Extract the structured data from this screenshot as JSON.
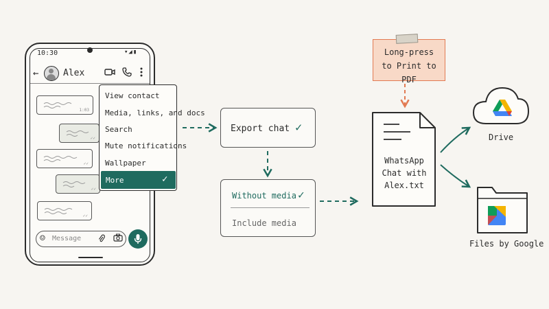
{
  "phone": {
    "status_time": "10:30",
    "status_icons": "▾◢▮",
    "contact_name": "Alex",
    "icons": {
      "back": "arrow-left-icon",
      "video": "video-camera-icon",
      "call": "phone-icon",
      "menu": "kebab-menu-icon",
      "emoji": "emoji-icon",
      "attach": "paperclip-icon",
      "camera": "camera-icon",
      "mic": "microphone-icon"
    },
    "composer_placeholder": "Message",
    "bubble_time": "1:03"
  },
  "menu": {
    "items": [
      "View contact",
      "Media, links, and docs",
      "Search",
      "Mute notifications",
      "Wallpaper",
      "More"
    ],
    "selected_index": 5
  },
  "steps": {
    "export_chat": "Export chat",
    "without_media": "Without media",
    "include_media": "Include media"
  },
  "note": {
    "line1": "Long-press",
    "line2": "to Print to PDF"
  },
  "document": {
    "line1": "WhatsApp",
    "line2": "Chat with",
    "line3": "Alex.txt"
  },
  "destinations": {
    "drive": "Drive",
    "files": "Files by Google"
  },
  "colors": {
    "accent": "#1f6b5f",
    "note_fill": "#f8d9c7",
    "note_border": "#e27a52",
    "ink": "#2b2b2b",
    "background": "#f7f5f1"
  }
}
